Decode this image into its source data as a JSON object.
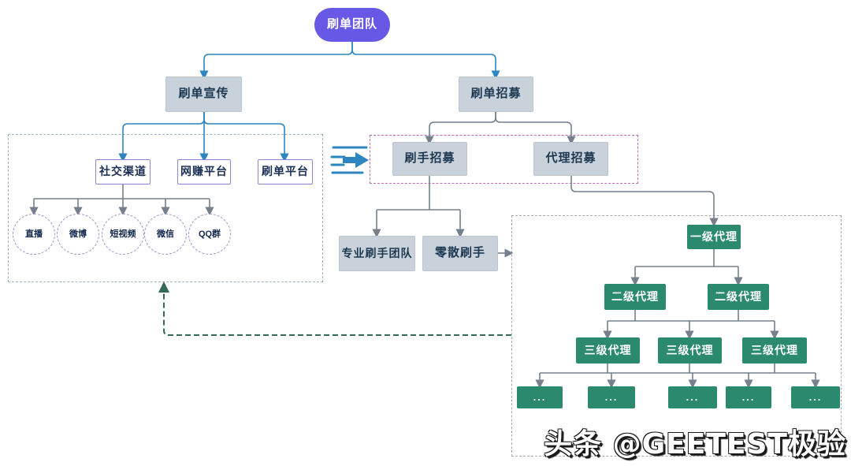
{
  "diagram": {
    "root": "刷单团队",
    "level1": {
      "promotion": "刷单宣传",
      "recruitment": "刷单招募"
    },
    "promotion_channels": [
      "社交渠道",
      "网赚平台",
      "刷单平台"
    ],
    "social_platforms": [
      "直播",
      "微博",
      "短视频",
      "微信",
      "QQ群"
    ],
    "recruitment_branches": [
      "刷手招募",
      "代理招募"
    ],
    "brusher_types": [
      "专业刷手团队",
      "零散刷手"
    ],
    "agents": {
      "level1": "一级代理",
      "level2": [
        "二级代理",
        "二级代理"
      ],
      "level3": [
        "三级代理",
        "三级代理",
        "三级代理"
      ],
      "leaf": [
        "...",
        "...",
        "...",
        "...",
        "..."
      ]
    }
  },
  "watermark": "头条 @GEETEST极验",
  "icons": {
    "transfer": "transfer-arrow-icon"
  },
  "colors": {
    "root_fill": "#6858E6",
    "gray_node_fill": "#C9D2DB",
    "teal_node_fill": "#2B8A6E",
    "blue_edge": "#2E86C1",
    "gray_edge": "#75808C",
    "green_edge": "#34685A",
    "pink_border": "#C06BB4",
    "left_container_border": "#9FB4C8",
    "green_container_border": "#A6B0AA",
    "node_border_purple": "#8F83D6"
  }
}
